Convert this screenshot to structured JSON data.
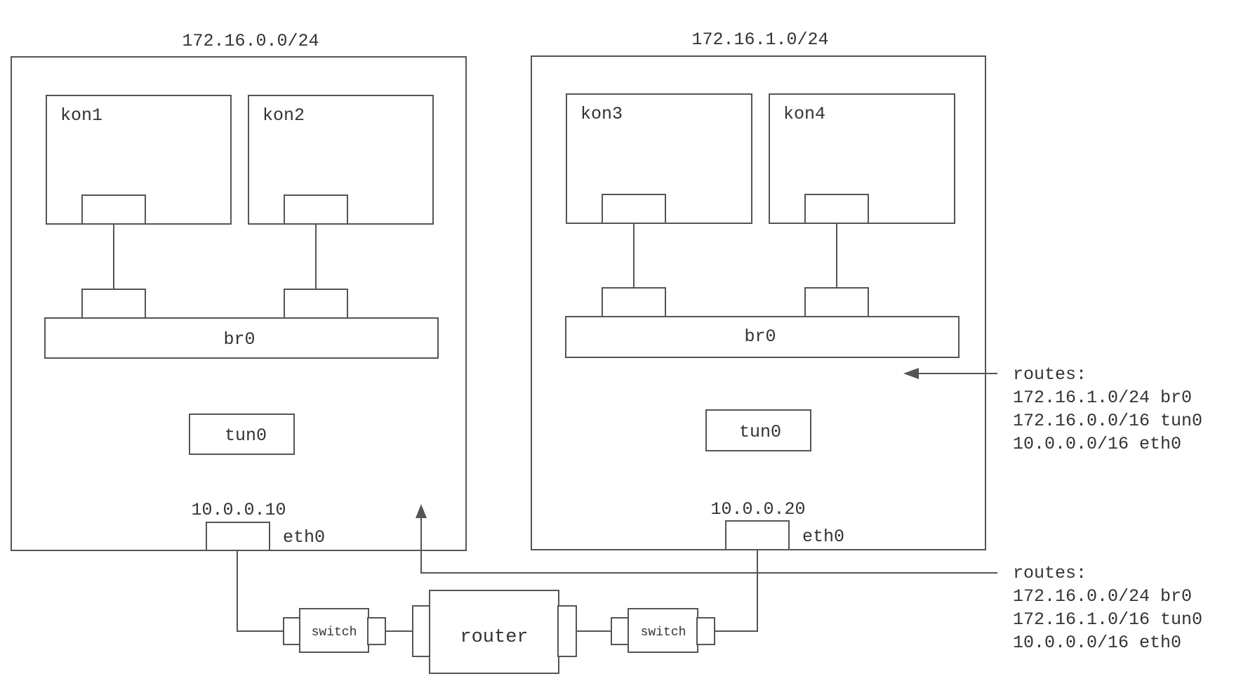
{
  "hosts": [
    {
      "subnet": "172.16.0.0/24",
      "containers": [
        "kon1",
        "kon2"
      ],
      "bridge": "br0",
      "tunnel": "tun0",
      "ip": "10.0.0.10",
      "nic": "eth0"
    },
    {
      "subnet": "172.16.1.0/24",
      "containers": [
        "kon3",
        "kon4"
      ],
      "bridge": "br0",
      "tunnel": "tun0",
      "ip": "10.0.0.20",
      "nic": "eth0"
    }
  ],
  "network": {
    "switch_left": "switch",
    "switch_right": "switch",
    "router": "router"
  },
  "routes_host2": {
    "title": "routes:",
    "lines": [
      "172.16.1.0/24 br0",
      "172.16.0.0/16 tun0",
      "10.0.0.0/16 eth0"
    ]
  },
  "routes_host1": {
    "title": "routes:",
    "lines": [
      "172.16.0.0/24 br0",
      "172.16.1.0/16 tun0",
      "10.0.0.0/16 eth0"
    ]
  },
  "colors": {
    "stroke": "#555555",
    "text": "#333333",
    "background": "#ffffff"
  }
}
